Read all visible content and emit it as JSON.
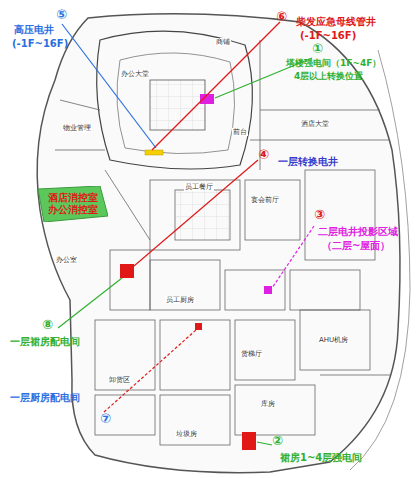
{
  "diagram": {
    "nodes": [
      {
        "text": [
          "酒店消控室",
          "办公消控室"
        ]
      }
    ],
    "labels": [
      "⑥",
      "柴发应急母线管井",
      "(-1F~16F)",
      "⑤",
      "高压电井",
      "(-1F~16F)",
      "①",
      "塔楼强电间（1F~4F）",
      "4层以上转换位置",
      "④",
      "一层转换电井",
      "③",
      "二层电井投影区域",
      "（二层~屋面）",
      "⑧",
      "一层裙房配电间",
      "⑦",
      "一层厨房配电间",
      "②",
      "裙房1~4层强电间",
      "商铺",
      "办公大堂",
      "酒店大堂",
      "前台",
      "员工餐厅",
      "员工厨房",
      "宴会前厅",
      "AHU机房",
      "卸货区",
      "垃圾房",
      "办公室",
      "库房",
      "货梯厅",
      "物业管理"
    ]
  }
}
